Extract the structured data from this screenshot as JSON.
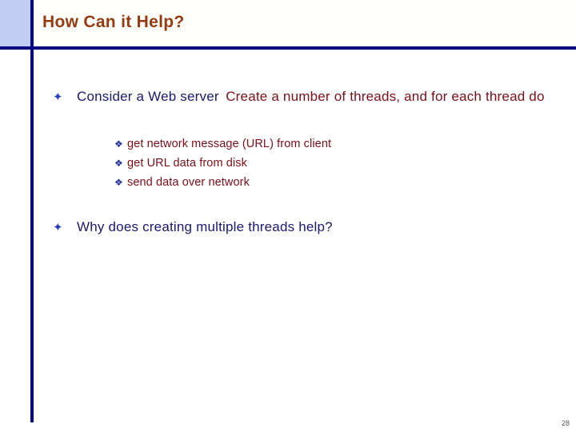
{
  "slide": {
    "title": "How Can it Help?",
    "page_number": "28",
    "colors": {
      "title": "#943b11",
      "rule": "#000080",
      "corner_square": "#c3cdf4",
      "navy_text": "#191970",
      "maroon_text": "#7b0f18",
      "bullet_l1": "#2a3fbe",
      "bullet_l2": "#1f2f9e",
      "background": "#ffffff",
      "header_band": "#fffffc"
    },
    "bullets": [
      {
        "marker": "✦",
        "marker_name": "diamond-bullet-icon",
        "lines": [
          {
            "text": "Consider a Web server",
            "tone": "navy"
          },
          {
            "text": "Create a number of threads, and for each thread do",
            "tone": "maroon"
          }
        ],
        "sub_marker": "❖",
        "sub_marker_name": "diamond-sub-bullet-icon",
        "sub_items": [
          "get network message (URL) from client",
          "get URL data from disk",
          "send data over network"
        ]
      },
      {
        "marker": "✦",
        "marker_name": "diamond-bullet-icon",
        "lines": [
          {
            "text": "Why does creating multiple threads help?",
            "tone": "navy"
          }
        ],
        "sub_items": []
      }
    ]
  }
}
